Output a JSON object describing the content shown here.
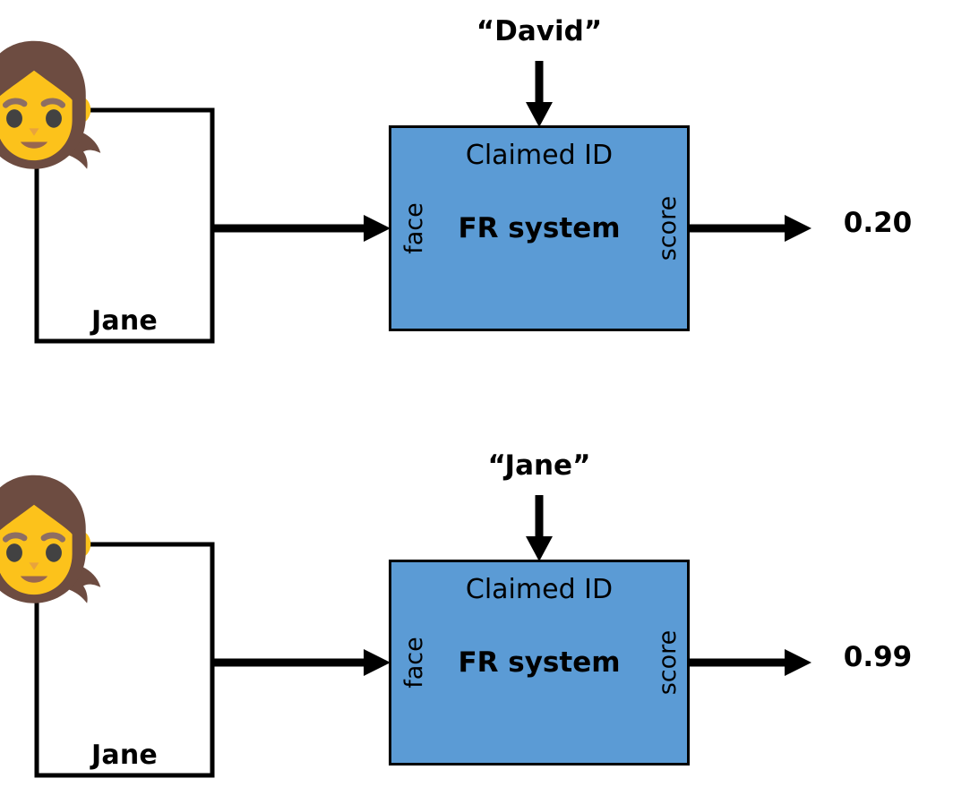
{
  "figure": {
    "title": "Face recognition verification diagram",
    "background_color": "#ffffff",
    "box_fill_color": "#5B9BD5",
    "stroke_color": "#000000"
  },
  "labels": {
    "claimed_id_caption": "Claimed ID",
    "system_name": "FR system",
    "input_port": "face",
    "output_port": "score"
  },
  "rows": [
    {
      "card_caption": "Jane",
      "card_icon": "girl-face-emoji",
      "claim_text": "“David”",
      "score": "0.20"
    },
    {
      "card_caption": "Jane",
      "card_icon": "girl-face-emoji",
      "claim_text": "“Jane”",
      "score": "0.99"
    }
  ]
}
